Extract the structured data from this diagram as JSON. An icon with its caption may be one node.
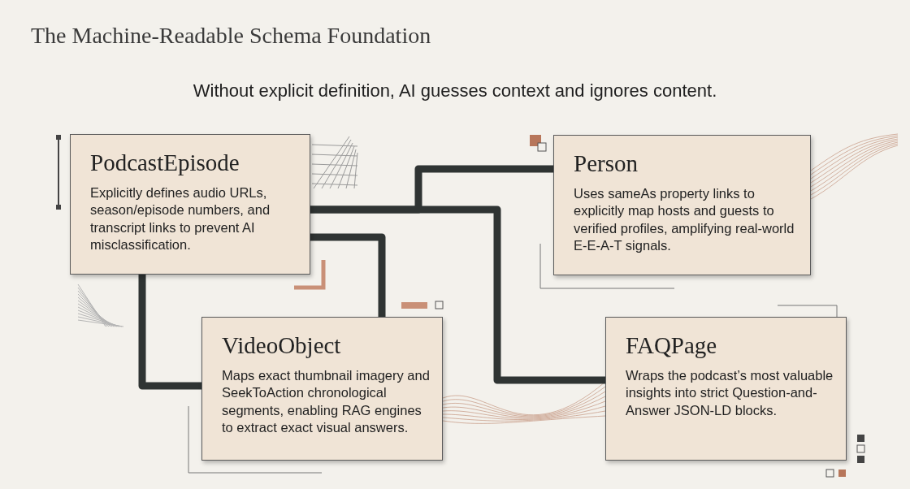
{
  "diagram": {
    "title": "The Machine-Readable Schema Foundation",
    "caption": "Without explicit definition, AI guesses context and ignores content.",
    "nodes": [
      {
        "text": [
          "PodcastEpisode",
          "Explicitly defines audio URLs, season/episode numbers, and transcript links to prevent AI misclassification."
        ]
      },
      {
        "text": [
          "Person",
          "Uses sameAs property links to explicitly map hosts and guests to verified profiles, amplifying real-world E-E-A-T signals."
        ]
      },
      {
        "text": [
          "VideoObject",
          "Maps exact thumbnail imagery and SeekToAction chronological segments, enabling RAG engines to extract exact visual answers."
        ]
      },
      {
        "text": [
          "FAQPage",
          "Wraps the podcast’s most valuable insights into strict Question-and-Answer JSON-LD blocks."
        ]
      }
    ],
    "edges": [
      {
        "from": 0,
        "to": 1,
        "arrow": "none"
      },
      {
        "from": 0,
        "to": 3,
        "arrow": "none"
      },
      {
        "from": 0,
        "to": 2,
        "arrow": "none"
      },
      {
        "from": 0,
        "to": 2,
        "arrow": "none"
      }
    ]
  }
}
